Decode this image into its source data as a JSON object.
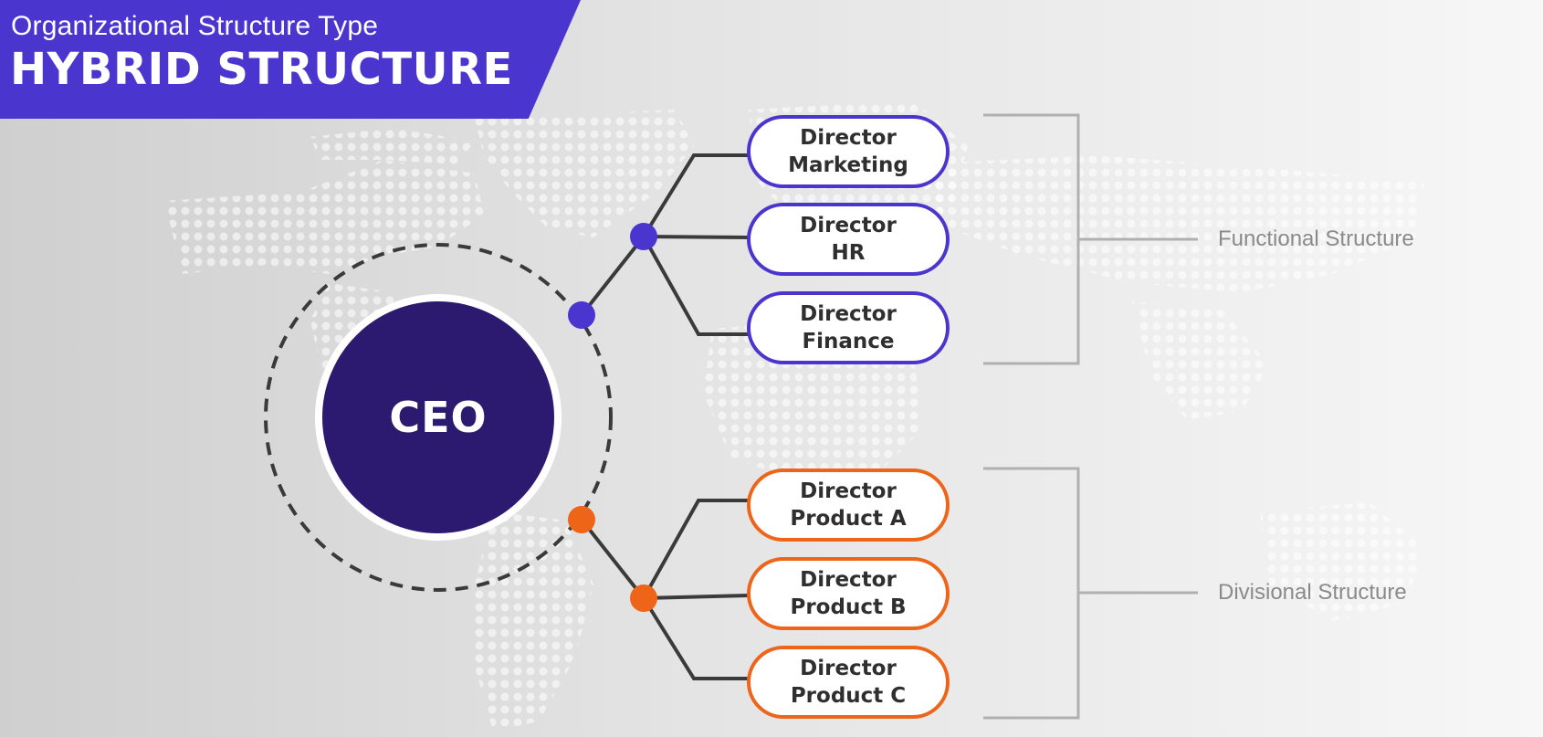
{
  "header": {
    "subtitle": "Organizational Structure Type",
    "title": "HYBRID STRUCTURE"
  },
  "root": {
    "label": "CEO"
  },
  "groups": [
    {
      "label": "Functional Structure",
      "color": "#4b35cf",
      "nodes": [
        {
          "line1": "Director",
          "line2": "Marketing"
        },
        {
          "line1": "Director",
          "line2": "HR"
        },
        {
          "line1": "Director",
          "line2": "Finance"
        }
      ]
    },
    {
      "label": "Divisional Structure",
      "color": "#ee6519",
      "nodes": [
        {
          "line1": "Director",
          "line2": "Product A"
        },
        {
          "line1": "Director",
          "line2": "Product B"
        },
        {
          "line1": "Director",
          "line2": "Product C"
        }
      ]
    }
  ],
  "colors": {
    "banner": "#4b35cf",
    "ceo": "#2b1a6f",
    "functional": "#4b35cf",
    "divisional": "#ee6519"
  }
}
